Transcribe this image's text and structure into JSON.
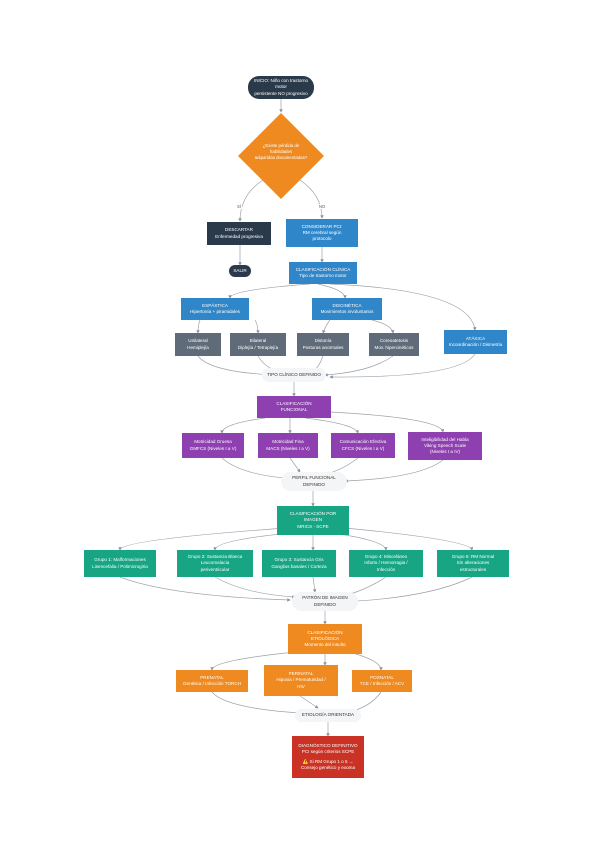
{
  "start": {
    "line1": "INICIO: Niño con trastorno",
    "line2": "motor",
    "line3": "persistente NO progresivo"
  },
  "decision": {
    "line1": "¿Existe pérdida de",
    "line2": "habilidades",
    "line3": "adquiridas documentadas?"
  },
  "edges": {
    "yes": "SÍ",
    "no": "NO"
  },
  "discard": {
    "title": "DESCARTAR",
    "subtitle": "Enfermedad progresiva"
  },
  "exit": {
    "label": "SALIR"
  },
  "consider": {
    "title": "CONSIDERAR PCI:",
    "line2": "RM cerebral según",
    "line3": "protocolo"
  },
  "clinical": {
    "title": "CLASIFICACIÓN CLÍNICA",
    "subtitle": "Tipo de trastorno motor"
  },
  "spastic": {
    "title": "ESPÁSTICA",
    "subtitle": "Hipertonía + piramidales"
  },
  "dyskinetic": {
    "title": "DISCINÉTICA",
    "subtitle": "Movimientos involuntarios"
  },
  "unilateral": {
    "title": "Unilateral",
    "subtitle": "Hemiplejía"
  },
  "bilateral": {
    "title": "Bilateral",
    "subtitle": "Diplejía / Tetraplejía"
  },
  "dystonia": {
    "title": "Distonía",
    "subtitle": "Posturas anormales"
  },
  "choreo": {
    "title": "Coreoatetosis",
    "subtitle": "Mov. hipercinéticos"
  },
  "ataxic": {
    "title": "ATÁXICA",
    "subtitle": "Incoordinación / Dismetría"
  },
  "merge1": {
    "label": "TIPO CLÍNICO DEFINIDO"
  },
  "functional": {
    "line1": "CLASIFICACIÓN",
    "line2": "FUNCIONAL"
  },
  "gmfcs": {
    "title": "Motricidad Gruesa",
    "subtitle": "GMFCS (Niveles I a V)"
  },
  "macs": {
    "title": "Motricidad Fina",
    "subtitle": "MACS (Niveles I a V)"
  },
  "cfcs": {
    "title": "Comunicación Efectiva",
    "subtitle": "CFCS (Niveles I a V)"
  },
  "speech": {
    "line1": "Inteligibilidad del Habla",
    "line2": "Viking Speech Scale",
    "line3": "(Niveles I a IV)"
  },
  "merge2": {
    "line1": "PERFIL FUNCIONAL",
    "line2": "DEFINIDO"
  },
  "imaging": {
    "line1": "CLASIFICACIÓN POR",
    "line2": "IMAGEN",
    "line3": "MRICS - SCPE"
  },
  "group1": {
    "line1": "Grupo 1: Malformaciones",
    "line2": "Lisencefalia / Polimicrogiria"
  },
  "group2": {
    "line1": "Grupo 2: Sustancia Blanca",
    "line2": "Leucomalacia",
    "line3": "periventricular"
  },
  "group3": {
    "line1": "Grupo 3: Sustancia Gris",
    "line2": "Ganglios basales / Corteza"
  },
  "group4": {
    "line1": "Grupo 4: Misceláneo",
    "line2": "Infarto / Hemorragia /",
    "line3": "Infección"
  },
  "group5": {
    "line1": "Grupo 5: RM Normal",
    "line2": "Sin alteraciones",
    "line3": "estructurales"
  },
  "merge3": {
    "line1": "PATRÓN DE IMAGEN",
    "line2": "DEFINIDO"
  },
  "etiology": {
    "line1": "CLASIFICACIÓN",
    "line2": "ETIOLÓGICA",
    "line3": "Momento del insulto"
  },
  "prenatal": {
    "title": "PRENATAL",
    "subtitle": "Genética / Infección TORCH"
  },
  "perinatal": {
    "title": "PERINATAL",
    "line2": "Hipoxia / Prematuridad /",
    "line3": "HIV"
  },
  "postnatal": {
    "title": "POSNATAL",
    "subtitle": "TCE / Infección / ACV"
  },
  "merge4": {
    "label": "ETIOLOGÍA ORIENTADA"
  },
  "diagnosis": {
    "title": "DIAGNÓSTICO DEFINITIVO",
    "subtitle": "PCI según criterios SCPE",
    "warn_icon": "warning-icon",
    "warn_line1": "⚠️ Si RM Grupo 1 o 5 →",
    "warn_line2": "Consejo genético y exoma"
  },
  "colors": {
    "dark": "#2b3a4a",
    "blue": "#2f86c8",
    "gray": "#5f6b78",
    "purple": "#8e3fb0",
    "teal": "#17a584",
    "orange": "#ee8a1f",
    "red": "#c93224",
    "connector": "#8a939c"
  }
}
